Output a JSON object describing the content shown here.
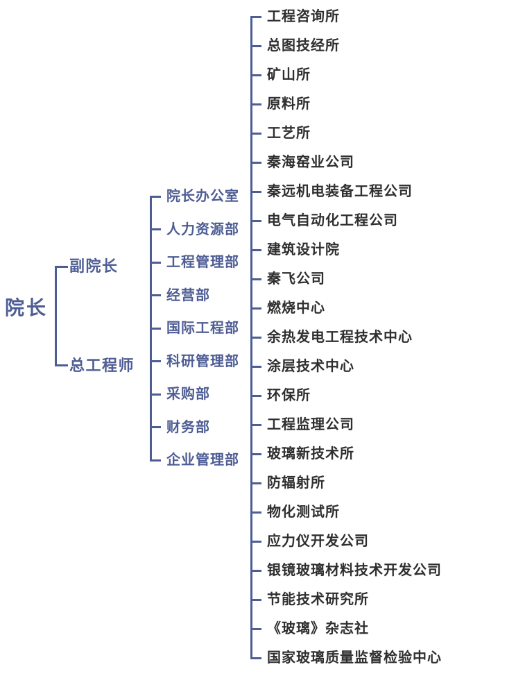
{
  "colors": {
    "accent": "#4e5d94",
    "text_dark": "#2f2f2f",
    "background": "#ffffff"
  },
  "org_chart": {
    "type": "organization-tree",
    "root": {
      "label": "院长"
    },
    "executives": [
      {
        "label": "副院长"
      },
      {
        "label": "总工程师"
      }
    ],
    "departments": [
      "院长办公室",
      "人力资源部",
      "工程管理部",
      "经营部",
      "国际工程部",
      "科研管理部",
      "采购部",
      "财务部",
      "企业管理部"
    ],
    "subsidiaries": [
      "工程咨询所",
      "总图技经所",
      "矿山所",
      "原料所",
      "工艺所",
      "秦海窑业公司",
      "秦远机电装备工程公司",
      "电气自动化工程公司",
      "建筑设计院",
      "秦飞公司",
      "燃烧中心",
      "余热发电工程技术中心",
      "涂层技术中心",
      "环保所",
      "工程监理公司",
      "玻璃新技术所",
      "防辐射所",
      "物化测试所",
      "应力仪开发公司",
      "银镜玻璃材料技术开发公司",
      "节能技术研究所",
      "《玻璃》杂志社",
      "国家玻璃质量监督检验中心"
    ]
  }
}
